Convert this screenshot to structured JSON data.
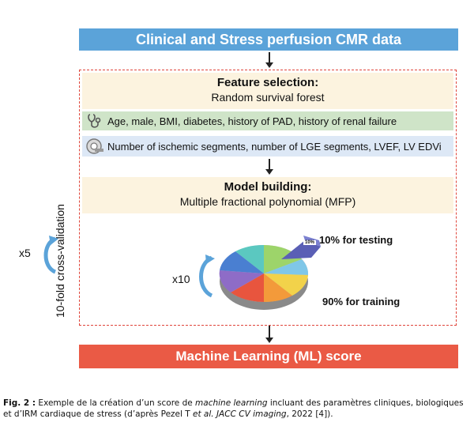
{
  "top_banner": "Clinical and Stress perfusion CMR data",
  "feature_selection": {
    "title": "Feature selection:",
    "subtitle": "Random survival forest"
  },
  "clinical_row": "Age, male, BMI, diabetes, history of PAD, history of renal failure",
  "imaging_row": "Number of ischemic segments, number of LGE segments, LVEF, LV EDVi",
  "model_building": {
    "title": "Model building:",
    "subtitle": "Multiple fractional polynomial (MFP)"
  },
  "cross_validation_label": "10-fold cross-validation",
  "repeat_outer": "x5",
  "repeat_inner": "x10",
  "testing_label": "10% for testing",
  "testing_slice_tag": "10%",
  "training_label": "90% for training",
  "ml_banner": "Machine Learning (ML) score",
  "caption": {
    "fig_label": "Fig. 2 :",
    "text_part1": " Exemple de la création d’un score de ",
    "italic1": "machine learning",
    "text_part2": " incluant des paramètres cliniques, biologiques et d’IRM cardiaque de stress (d’après Pezel T ",
    "italic2": "et al. JACC CV imaging",
    "text_part3": ", 2022 [4])."
  },
  "colors": {
    "top_banner": "#5ba3d9",
    "panel_bg": "#fcf3df",
    "clinical_row_bg": "#cfe4c8",
    "imaging_row_bg": "#dde8f6",
    "dashed_border": "#e0453a",
    "ml_banner": "#ea5a45",
    "cycle_arrow": "#5ba3d9"
  }
}
